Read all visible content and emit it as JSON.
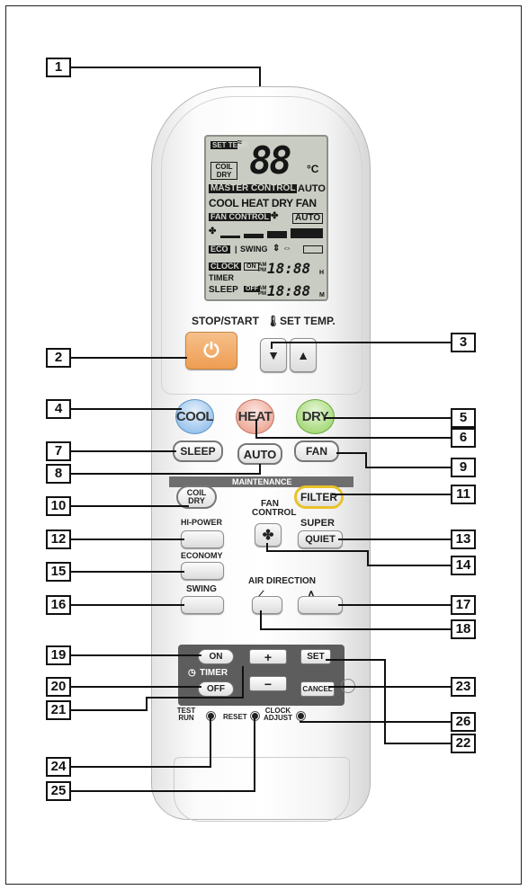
{
  "callouts": [
    "1",
    "2",
    "3",
    "4",
    "5",
    "6",
    "7",
    "8",
    "9",
    "10",
    "11",
    "12",
    "13",
    "14",
    "15",
    "16",
    "17",
    "18",
    "19",
    "20",
    "21",
    "22",
    "23",
    "24",
    "25",
    "26"
  ],
  "display": {
    "set_temp": "SET TEMP.",
    "coil_dry": "COIL DRY",
    "temp_digits": "88",
    "temp_unit": "°C",
    "master_control": "MASTER CONTROL",
    "auto": "AUTO",
    "modes": "COOL HEAT DRY FAN",
    "fan_control": "FAN CONTROL",
    "fan_auto": "AUTO",
    "eco": "ECO",
    "swing": "SWING",
    "clock": "CLOCK",
    "timer": "TIMER",
    "sleep": "SLEEP",
    "on": "ON",
    "off": "OFF",
    "am_pm": "AM PM",
    "time_digits": "18:88",
    "h": "H",
    "m": "M"
  },
  "labels": {
    "stop_start": "STOP/START",
    "set_temp": "SET TEMP.",
    "maintenance": "MAINTENANCE",
    "hi_power": "HI-POWER",
    "fan_control": "FAN CONTROL",
    "super": "SUPER",
    "economy": "ECONOMY",
    "air_direction": "AIR DIRECTION",
    "swing": "SWING",
    "timer": "TIMER",
    "test_run": "TEST RUN",
    "reset": "RESET",
    "clock_adjust": "CLOCK ADJUST"
  },
  "buttons": {
    "cool": "COOL",
    "heat": "HEAT",
    "dry": "DRY",
    "sleep": "SLEEP",
    "auto": "AUTO",
    "fan": "FAN",
    "coil_dry": "COIL DRY",
    "filter": "FILTER",
    "quiet": "QUIET",
    "on": "ON",
    "off": "OFF",
    "plus": "+",
    "minus": "−",
    "set": "SET",
    "cancel": "CANCEL"
  },
  "colors": {
    "power_button": "#f0a55c",
    "cool_button": "#7fb3e8",
    "heat_button": "#e89580",
    "dry_button": "#8fcf5a",
    "filter_ring": "#e8c22a",
    "lcd_background": "#c9ccc2"
  }
}
